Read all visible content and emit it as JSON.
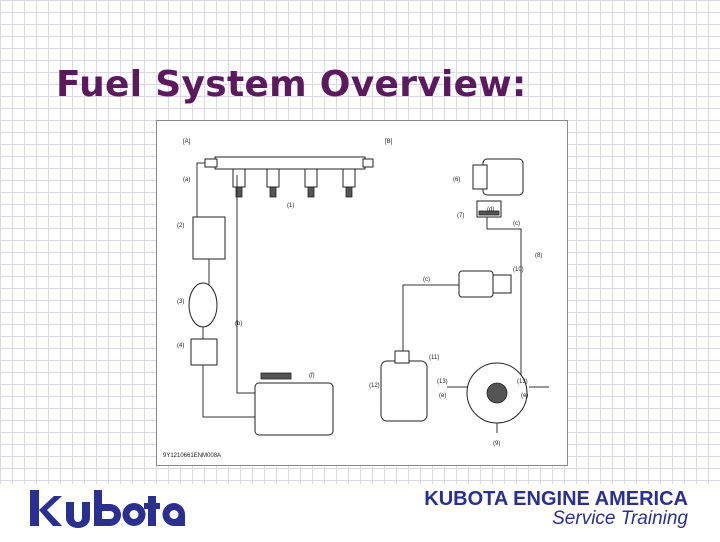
{
  "slide": {
    "title": "Fuel System Overview:"
  },
  "diagram": {
    "section_a": "[A]",
    "section_b": "[B]",
    "labels": {
      "a": "(a)",
      "b": "(b)",
      "c": "(c)",
      "c2": "(c)",
      "d": "(d)",
      "e": "(e)",
      "e2": "(e)",
      "f": "(f)",
      "n1": "(1)",
      "n2": "(2)",
      "n3": "(3)",
      "n4": "(4)",
      "n6": "(6)",
      "n7": "(7)",
      "n8": "(8)",
      "n9": "(9)",
      "n10": "(10)",
      "n11": "(11)",
      "n12": "(12)",
      "n13": "(13)",
      "n13b": "(13)"
    },
    "figure_code": "9Y1210661ENM008A"
  },
  "footer": {
    "logo_text": "kubota",
    "company": "KUBOTA ENGINE AMERICA",
    "subtitle": "Service Training"
  },
  "colors": {
    "title": "#5b1a5e",
    "brand_blue": "#2b2f8f"
  }
}
